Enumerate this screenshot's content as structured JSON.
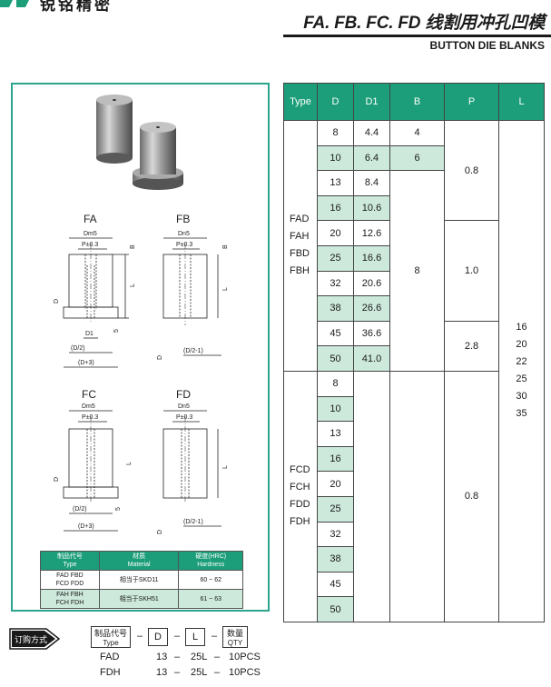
{
  "header": {
    "brand": "锐铭精密",
    "title": "FA. FB. FC. FD 线割用冲孔凹模",
    "subtitle": "BUTTON DIE BLANKS"
  },
  "diagrams": {
    "fa": {
      "label": "FA",
      "dm5": "Dm5",
      "pos": "P±0.3",
      "b": "B",
      "d_tol": "D",
      "l": "L",
      "five": "5",
      "d1": "D1",
      "d2": "(D/2)",
      "d3": "(D+3)"
    },
    "fb": {
      "label": "FB",
      "dn5": "Dn5",
      "pos": "P±0.3",
      "b": "B",
      "l": "L",
      "d_tol": "D",
      "d2": "(D/2-1)"
    },
    "fc": {
      "label": "FC",
      "dm5": "Dm5",
      "pos": "P±0.3",
      "l": "L",
      "d_tol": "D",
      "five": "5",
      "d2": "(D/2)",
      "d3": "(D+3)"
    },
    "fd": {
      "label": "FD",
      "dn5": "Dn5",
      "pos": "P±0.3",
      "l": "L",
      "d_tol": "D",
      "d2": "(D/2-1)"
    }
  },
  "material_table": {
    "headers": [
      [
        "制品代号",
        "Type"
      ],
      [
        "材质",
        "Material"
      ],
      [
        "硬度(HRC)",
        "Hardness"
      ]
    ],
    "rows": [
      {
        "type": [
          "FAD  FBD",
          "FCD  FDD"
        ],
        "material": "相当于SKD11",
        "hardness": "60 ~ 62"
      },
      {
        "type": [
          "FAH  FBH",
          "FCH  FDH"
        ],
        "material": "相当于SKH51",
        "hardness": "61 ~ 63"
      }
    ]
  },
  "spec_table": {
    "headers": [
      "Type",
      "D",
      "D1",
      "B",
      "P",
      "L"
    ],
    "group1_types": [
      "FAD",
      "FAH",
      "FBD",
      "FBH"
    ],
    "group2_types": [
      "FCD",
      "FCH",
      "FDD",
      "FDH"
    ],
    "group1_rows": [
      {
        "D": "8",
        "D1": "4.4"
      },
      {
        "D": "10",
        "D1": "6.4"
      },
      {
        "D": "13",
        "D1": "8.4"
      },
      {
        "D": "16",
        "D1": "10.6"
      },
      {
        "D": "20",
        "D1": "12.6"
      },
      {
        "D": "25",
        "D1": "16.6"
      },
      {
        "D": "32",
        "D1": "20.6"
      },
      {
        "D": "38",
        "D1": "26.6"
      },
      {
        "D": "45",
        "D1": "36.6"
      },
      {
        "D": "50",
        "D1": "41.0"
      }
    ],
    "group2_D": [
      "8",
      "10",
      "13",
      "16",
      "20",
      "25",
      "32",
      "38",
      "45",
      "50"
    ],
    "B_values": [
      "4",
      "6",
      "8"
    ],
    "P_values": [
      "0.8",
      "1.0",
      "2.8",
      "0.8"
    ],
    "L_values": [
      "16",
      "20",
      "22",
      "25",
      "30",
      "35"
    ]
  },
  "order": {
    "badge": "订购方式",
    "type_label": [
      "制品代号",
      "Type"
    ],
    "d_box": "D",
    "l_box": "L",
    "qty_label": [
      "数量",
      "QTY"
    ],
    "dash": "–",
    "examples": [
      {
        "type": "FAD",
        "d": "13",
        "l": "25L",
        "qty": "10PCS"
      },
      {
        "type": "FDH",
        "d": "13",
        "l": "25L",
        "qty": "10PCS"
      }
    ]
  },
  "colors": {
    "accent": "#1b9e79",
    "accent_light": "#cde9dc",
    "frame": "#2aa58c"
  }
}
